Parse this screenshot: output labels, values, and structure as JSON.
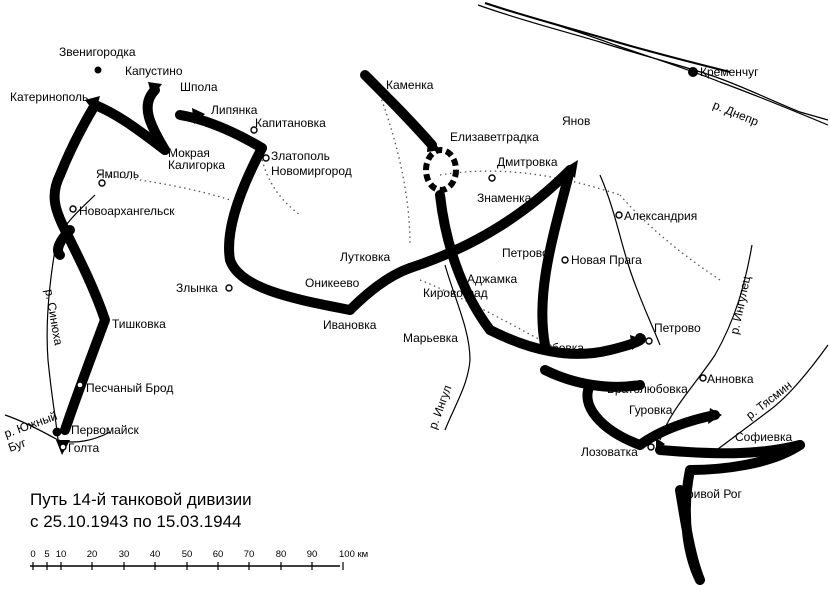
{
  "title": {
    "line1": "Путь 14-й танковой дивизии",
    "line2": "с 25.10.1943 по 15.03.1944"
  },
  "scale": {
    "ticks": [
      "0",
      "5",
      "10",
      "20",
      "30",
      "40",
      "50",
      "60",
      "70",
      "80",
      "90",
      "100 км"
    ]
  },
  "places": [
    {
      "id": "zvenigorodka",
      "name": "Звенигородка"
    },
    {
      "id": "kapustino",
      "name": "Капустино"
    },
    {
      "id": "katerinopol",
      "name": "Катеринополь"
    },
    {
      "id": "shpola",
      "name": "Шпола"
    },
    {
      "id": "lipyanka",
      "name": "Липянка"
    },
    {
      "id": "kapitanovka",
      "name": "Капитановка"
    },
    {
      "id": "mokraya-kaligorka-1",
      "name": "Мокрая"
    },
    {
      "id": "mokraya-kaligorka-2",
      "name": "Калигорка"
    },
    {
      "id": "zlatopol",
      "name": "Златополь"
    },
    {
      "id": "novomirgorod",
      "name": "Новомиргород"
    },
    {
      "id": "yampol",
      "name": "Ямполь"
    },
    {
      "id": "novoarkhangelsk",
      "name": "Новоархангельск"
    },
    {
      "id": "zlynka",
      "name": "Злынка"
    },
    {
      "id": "onikeevo",
      "name": "Оникеево"
    },
    {
      "id": "lutkovka",
      "name": "Лутковка"
    },
    {
      "id": "ivanovka",
      "name": "Ивановка"
    },
    {
      "id": "tishkovka",
      "name": "Тишковка"
    },
    {
      "id": "peschany-brod",
      "name": "Песчаный Брод"
    },
    {
      "id": "pervomaisk",
      "name": "Первомайск"
    },
    {
      "id": "golta",
      "name": "Голта"
    },
    {
      "id": "kamenka",
      "name": "Каменка"
    },
    {
      "id": "elizavetgradka",
      "name": "Елизаветградка"
    },
    {
      "id": "yanov",
      "name": "Янов"
    },
    {
      "id": "kremenchug",
      "name": "Кременчуг"
    },
    {
      "id": "dmitrovka",
      "name": "Дмитровка"
    },
    {
      "id": "znamenka",
      "name": "Знаменка"
    },
    {
      "id": "aleksandriya",
      "name": "Александрия"
    },
    {
      "id": "petrovo-1",
      "name": "Петрово"
    },
    {
      "id": "novaya-praga",
      "name": "Новая Прага"
    },
    {
      "id": "adzhamka",
      "name": "Аджамка"
    },
    {
      "id": "kirovograd",
      "name": "Кировоград"
    },
    {
      "id": "marievka",
      "name": "Марьевка"
    },
    {
      "id": "gubovka",
      "name": "Губовка"
    },
    {
      "id": "petrovo-2",
      "name": "Петрово"
    },
    {
      "id": "bratolyubovka",
      "name": "Братолюбовка"
    },
    {
      "id": "anovka",
      "name": "Анновка"
    },
    {
      "id": "gurovka",
      "name": "Гуровка"
    },
    {
      "id": "lozovatka",
      "name": "Лозоватка"
    },
    {
      "id": "sofievka",
      "name": "Софиевка"
    },
    {
      "id": "krivoy-rog",
      "name": "Кривой Рог"
    }
  ],
  "rivers": [
    {
      "id": "sinyukha",
      "name": "р. Синюха"
    },
    {
      "id": "yuzhny-bug-1",
      "name": "р. Южный"
    },
    {
      "id": "yuzhny-bug-2",
      "name": "Буг"
    },
    {
      "id": "dnepr",
      "name": "р. Днепр"
    },
    {
      "id": "ingul",
      "name": "р. Ингул"
    },
    {
      "id": "ingulets",
      "name": "р. Ингулец"
    },
    {
      "id": "tyasmin",
      "name": "р. Тясмин"
    }
  ],
  "colors": {
    "ink": "#000000",
    "paper": "#ffffff"
  }
}
